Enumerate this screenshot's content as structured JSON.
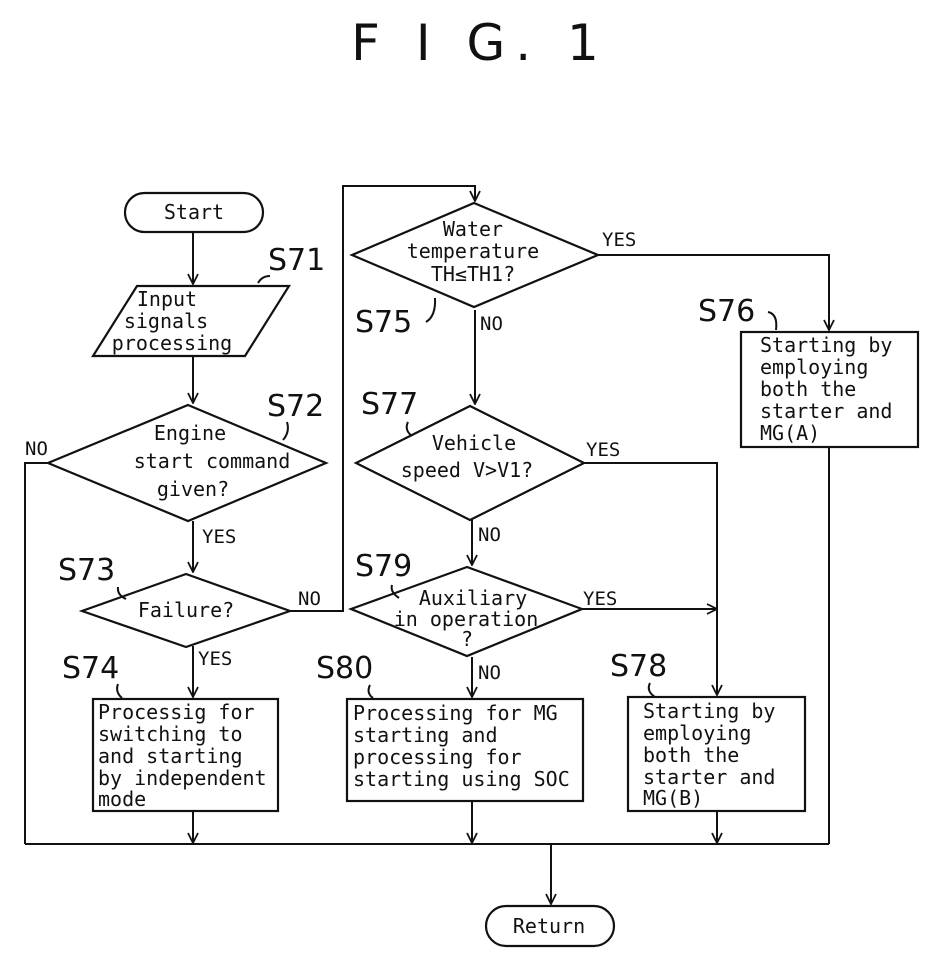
{
  "figure_title": "F I G. 1",
  "nodes": {
    "start": "Start",
    "return": "Return",
    "s71": {
      "label": "S71",
      "lines": [
        "Input",
        "signals",
        "processing"
      ]
    },
    "s72": {
      "label": "S72",
      "lines": [
        "Engine",
        "start command",
        "given?"
      ]
    },
    "s73": {
      "label": "S73",
      "lines": [
        "Failure?"
      ]
    },
    "s74": {
      "label": "S74",
      "lines": [
        "Processig for",
        "switching to",
        "and starting",
        "by independent",
        "mode"
      ]
    },
    "s75": {
      "label": "S75",
      "lines": [
        "Water",
        "temperature",
        "TH≤TH1?"
      ]
    },
    "s76": {
      "label": "S76",
      "lines": [
        "Starting by",
        "employing",
        "both the",
        "starter and",
        "MG(A)"
      ]
    },
    "s77": {
      "label": "S77",
      "lines": [
        "Vehicle",
        "speed V>V1?"
      ]
    },
    "s78": {
      "label": "S78",
      "lines": [
        "Starting by",
        "employing",
        "both the",
        "starter and",
        "MG(B)"
      ]
    },
    "s79": {
      "label": "S79",
      "lines": [
        "Auxiliary",
        "in operation",
        "?"
      ]
    },
    "s80": {
      "label": "S80",
      "lines": [
        "Processing for MG",
        "starting and",
        "processing for",
        "starting using SOC"
      ]
    }
  },
  "edges": {
    "s72_no": "NO",
    "s72_yes": "YES",
    "s73_no": "NO",
    "s73_yes": "YES",
    "s75_yes": "YES",
    "s75_no": "NO",
    "s77_yes": "YES",
    "s77_no": "NO",
    "s79_yes": "YES",
    "s79_no": "NO"
  }
}
